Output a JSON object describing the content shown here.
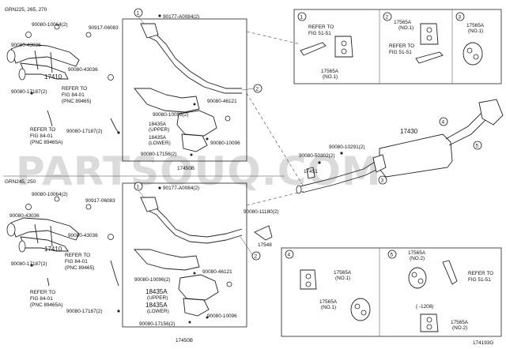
{
  "header": {
    "model_top": "GRN225, 265, 270",
    "model_bottom": "GRN245, 250"
  },
  "top": {
    "p90080_10064": "90080-10064(2)",
    "p90917_06083": "90917-06083",
    "p90080_43036": "90080-43036",
    "p17410": "17410",
    "p90080_43036b": "90080-43036",
    "p90080_17187_a": "90080-17187(2)",
    "refer_84_l1": "REFER TO",
    "refer_84_l2": "FIG 84-01",
    "refer_84_l3": "(PNC 89465)",
    "refer_84b_l1": "REFER TO",
    "refer_84b_l2": "FIG 84-01",
    "refer_84b_l3": "(PNC 89465A)",
    "p90080_17187_b": "90080-17187(2)",
    "p90177_A0084": "90177-A0084(2)",
    "p90080_46121": "90080-46121",
    "p90080_10096_a": "90080-10096(2)",
    "p18435A_u": "18435A",
    "upper": "(UPPER)",
    "p18435A_l": "18435A",
    "lower": "(LOWER)",
    "p90080_10096_b": "90080-10096",
    "p90080_17156": "90080-17156(2)",
    "p17450B": "17450B"
  },
  "right": {
    "p17430": "17430",
    "p90080_10291": "90080-10291(2)",
    "p90080_50302": "90080-50302(2)",
    "p17451": "17451",
    "p90080_11180": "90080-11180(2)",
    "p17548": "17548"
  },
  "bottom": {
    "p90080_10064": "90080-10064(2)",
    "p90917_06083": "90917-06083",
    "p90080_43036": "90080-43036",
    "p90080_43036b": "90080-43036",
    "p17410": "17410",
    "refer_l1": "REFER TO",
    "refer_l2": "FIG 84-01",
    "refer_l3": "(PNC 89465)",
    "p90080_17187_a": "90080-17187(2)",
    "refer2_l1": "REFER TO",
    "refer2_l2": "FIG 84-01",
    "refer2_l3": "(PNC 89465A)",
    "p90080_17187_b": "90080-17187(2)",
    "p90177_A0084": "90177-A0084(2)",
    "p90080_10096_a": "90080-10096(2)",
    "p90080_46121": "90080-46121",
    "p18435A_u": "18435A",
    "upper": "(UPPER)",
    "p18435A_l": "18435A",
    "lower": "(LOWER)",
    "p90080_10096_b": "90080-10096",
    "p90080_17156": "90080-17156(2)",
    "p17450B": "17450B"
  },
  "inset1": {
    "refer_l1": "REFER TO",
    "refer_l2": "FIG 51-51",
    "part": "17565A",
    "qty": "(NO.1)"
  },
  "inset2": {
    "part": "17565A",
    "qty": "(NO.1)",
    "refer_l1": "REFER TO",
    "refer_l2": "FIG 51-51"
  },
  "inset3": {
    "part": "17565A",
    "qty": "(NO.1)"
  },
  "inset4": {
    "part_a": "17565A",
    "qty_a": "(NO.1)",
    "part_b": "17565A",
    "qty_b": "(NO.1)"
  },
  "inset5": {
    "part_a": "17565A",
    "qty_a": "(NO.2)",
    "refer_l1": "REFER TO",
    "refer_l2": "FIG 51-51",
    "date": "( -1208)",
    "part_b": "17565A",
    "qty_b": "(NO.2)"
  },
  "callouts": [
    "1",
    "2",
    "3",
    "4",
    "5"
  ],
  "footer": {
    "diagram_id": "174193G"
  },
  "watermark": "PARTSOUQ.COM"
}
